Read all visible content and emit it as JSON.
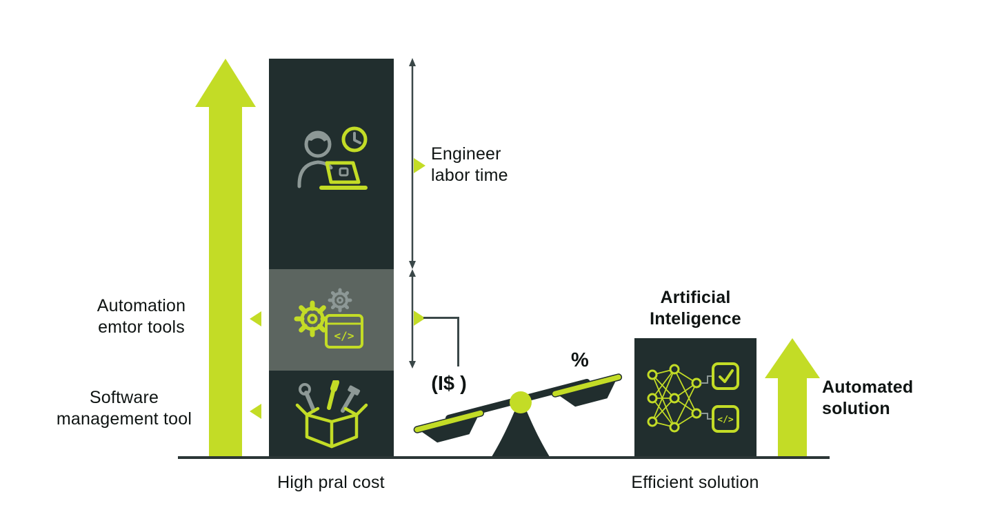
{
  "colors": {
    "accent_lime": "#c3dc26",
    "dark_panel": "#212e2e",
    "middle_segment": "#5c6560",
    "dimension_line": "#3a4748",
    "icon_gray": "#8d9896",
    "text": "#0f1413",
    "background": "#ffffff"
  },
  "icons": {
    "bar_top": "engineer-laptop-clock-icon",
    "bar_middle": "automation-gears-code-icon",
    "bar_bottom": "open-toolbox-icon",
    "ai": "neural-network-icon",
    "ai_check": "check-square-icon",
    "ai_code": "code-square-icon",
    "scale": "balance-scale-icon",
    "up_arrows": "up-arrow-icon"
  },
  "callouts": {
    "engineer": {
      "line1": "Engineer",
      "line2": "labor time"
    },
    "automation": {
      "line1": "Automation",
      "line2": "emtor tools"
    },
    "software": {
      "line1": "Software",
      "line2": "management tool"
    }
  },
  "scale": {
    "left_pan_label": "(I$ )",
    "right_pan_label": "%"
  },
  "ai_panel": {
    "title_line1": "Artificial",
    "title_line2": "Inteligence"
  },
  "automated": {
    "line1": "Automated",
    "line2": "solution"
  },
  "captions": {
    "left": "High pral cost",
    "right": "Efficient solution"
  }
}
